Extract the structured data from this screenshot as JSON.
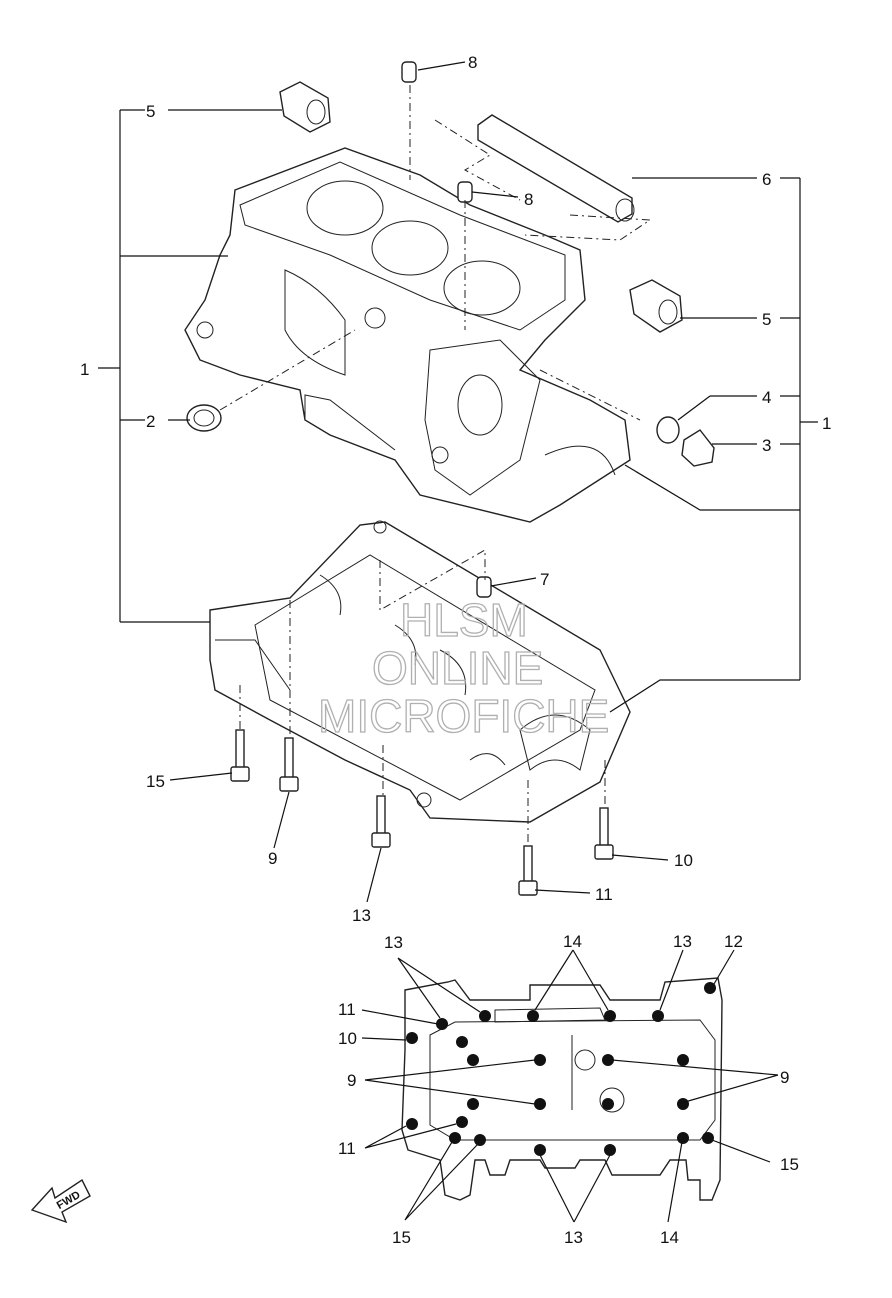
{
  "callouts": {
    "l1a": "1",
    "l1b": "1",
    "l2": "2",
    "l3": "3",
    "l4": "4",
    "l5a": "5",
    "l5b": "5",
    "l6": "6",
    "l7": "7",
    "l8a": "8",
    "l8b": "8",
    "l9": "9",
    "l10": "10",
    "l11": "11",
    "l13": "13",
    "l15": "15",
    "t13a": "13",
    "t14a": "14",
    "t13b": "13",
    "t12": "12",
    "t11a": "11",
    "t10": "10",
    "t9a": "9",
    "t9b": "9",
    "t11b": "11",
    "t15a": "15",
    "t15b": "15",
    "t13c": "13",
    "t14b": "14"
  },
  "watermark": {
    "line1": "HLSM",
    "line2": "ONLINE",
    "line3": "MICROFICHE"
  },
  "fwd_label": "FWD"
}
